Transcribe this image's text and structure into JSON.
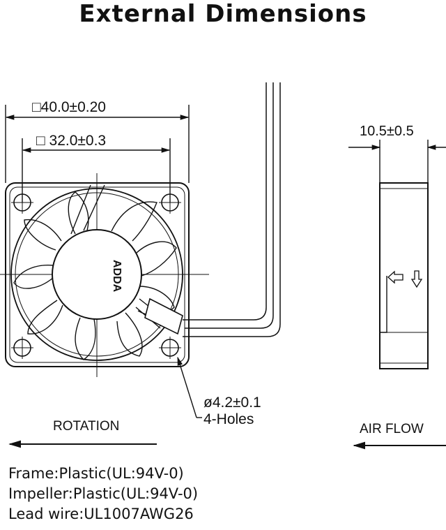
{
  "title": "External Dimensions",
  "dimensions": {
    "outer": "□40.0±0.20",
    "inner": "□ 32.0±0.3",
    "thickness": "10.5±0.5",
    "hole_dia": "ø4.2±0.1",
    "hole_count": "4-Holes"
  },
  "logo_text": "ADDA",
  "labels": {
    "rotation": "ROTATION",
    "airflow": "AIR  FLOW"
  },
  "specs": [
    "Frame:Plastic(UL:94V-0)",
    "Impeller:Plastic(UL:94V-0)",
    "Lead wire:UL1007AWG26"
  ]
}
